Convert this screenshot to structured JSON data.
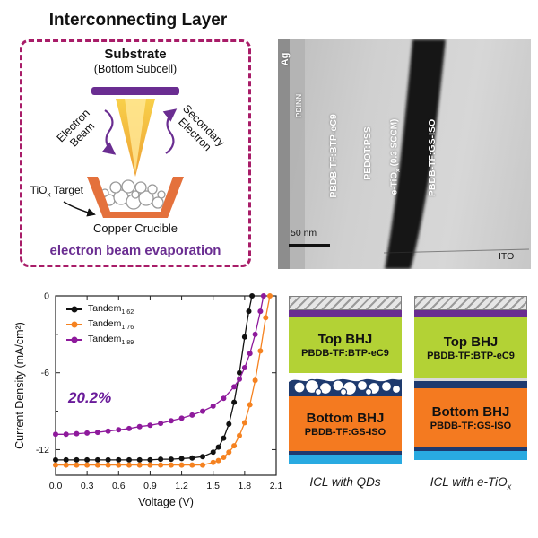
{
  "schematic": {
    "title": "Interconnecting Layer",
    "substrate": "Substrate",
    "substrate_sub": "(Bottom Subcell)",
    "electron_beam_line1": "Electron",
    "electron_beam_line2": "Beam",
    "secondary_line1": "Secondary",
    "secondary_line2": "Electron",
    "target_pre": "TiO",
    "target_sub": "x",
    "target_post": " Target",
    "crucible_label": "Copper Crucible",
    "caption": "electron beam evaporation",
    "border_color": "#a81c68",
    "accent_purple": "#6a2d91"
  },
  "tem": {
    "label_ag": "Ag",
    "label_pdinn": "PDINN",
    "label_top_bhj": "PBDB-TF:BTP-eC9",
    "label_pedot": "PEDOT:PSS",
    "label_etio_pre": "e-TiO",
    "label_etio_sub": "x",
    "label_etio_post": " (0.3 SCCM)",
    "label_bottom_bhj": "PBDB-TF:GS-ISO",
    "label_ito": "ITO",
    "scale_bar": "50 nm"
  },
  "chart_data": {
    "type": "line",
    "title": "",
    "xlabel": "Voltage (V)",
    "ylabel": "Current Density (mA/cm²)",
    "xlim": [
      0,
      2.1
    ],
    "ylim": [
      -14,
      0
    ],
    "xticks": [
      0.0,
      0.3,
      0.6,
      0.9,
      1.2,
      1.5,
      1.8,
      2.1
    ],
    "yticks": [
      0,
      -6,
      -12
    ],
    "grid": false,
    "legend_position": "top-left",
    "annotation": "20.2%",
    "annotation_color": "#6a1b9a",
    "series": [
      {
        "name_pre": "Tandem",
        "name_sub": "1.62",
        "color": "#111111",
        "x": [
          0,
          0.1,
          0.2,
          0.3,
          0.4,
          0.5,
          0.6,
          0.7,
          0.8,
          0.9,
          1.0,
          1.1,
          1.2,
          1.3,
          1.4,
          1.5,
          1.55,
          1.6,
          1.65,
          1.7,
          1.75,
          1.8,
          1.84,
          1.87
        ],
        "y": [
          -12.8,
          -12.8,
          -12.8,
          -12.8,
          -12.8,
          -12.8,
          -12.8,
          -12.8,
          -12.8,
          -12.8,
          -12.75,
          -12.75,
          -12.7,
          -12.65,
          -12.55,
          -12.2,
          -11.8,
          -11.1,
          -10.0,
          -8.3,
          -6.0,
          -3.2,
          -1.2,
          0
        ]
      },
      {
        "name_pre": "Tandem",
        "name_sub": "1.76",
        "color": "#f58220",
        "x": [
          0,
          0.1,
          0.2,
          0.3,
          0.4,
          0.5,
          0.6,
          0.7,
          0.8,
          0.9,
          1.0,
          1.1,
          1.2,
          1.3,
          1.4,
          1.5,
          1.55,
          1.6,
          1.65,
          1.7,
          1.75,
          1.8,
          1.85,
          1.9,
          1.95,
          2.0,
          2.04
        ],
        "y": [
          -13.2,
          -13.2,
          -13.2,
          -13.2,
          -13.2,
          -13.2,
          -13.2,
          -13.2,
          -13.2,
          -13.2,
          -13.2,
          -13.2,
          -13.2,
          -13.2,
          -13.2,
          -13.0,
          -12.85,
          -12.6,
          -12.2,
          -11.7,
          -10.9,
          -9.9,
          -8.5,
          -6.6,
          -4.3,
          -1.7,
          0
        ]
      },
      {
        "name_pre": "Tandem",
        "name_sub": "1.89",
        "color": "#8e1a9c",
        "x": [
          0,
          0.1,
          0.2,
          0.3,
          0.4,
          0.5,
          0.6,
          0.7,
          0.8,
          0.9,
          1.0,
          1.1,
          1.2,
          1.3,
          1.4,
          1.5,
          1.6,
          1.7,
          1.75,
          1.8,
          1.85,
          1.9,
          1.95,
          1.98
        ],
        "y": [
          -10.8,
          -10.8,
          -10.75,
          -10.7,
          -10.65,
          -10.55,
          -10.45,
          -10.35,
          -10.2,
          -10.1,
          -9.95,
          -9.75,
          -9.55,
          -9.3,
          -9.0,
          -8.6,
          -8.0,
          -7.1,
          -6.5,
          -5.6,
          -4.5,
          -3.0,
          -1.2,
          0
        ]
      }
    ]
  },
  "stacks": {
    "top_bhj_title": "Top BHJ",
    "top_bhj_material": "PBDB-TF:BTP-eC9",
    "bottom_bhj_title": "Bottom BHJ",
    "bottom_bhj_material": "PBDB-TF:GS-ISO",
    "caption_left": "ICL with QDs",
    "caption_right_pre": "ICL with e-TiO",
    "caption_right_sub": "x",
    "colors": {
      "top_bhj": "#b3d235",
      "bottom_bhj": "#f47a20",
      "pdinn_purple": "#6a2d91",
      "icl_navy": "#1e3a6e",
      "ito_cyan": "#29aae1"
    }
  }
}
